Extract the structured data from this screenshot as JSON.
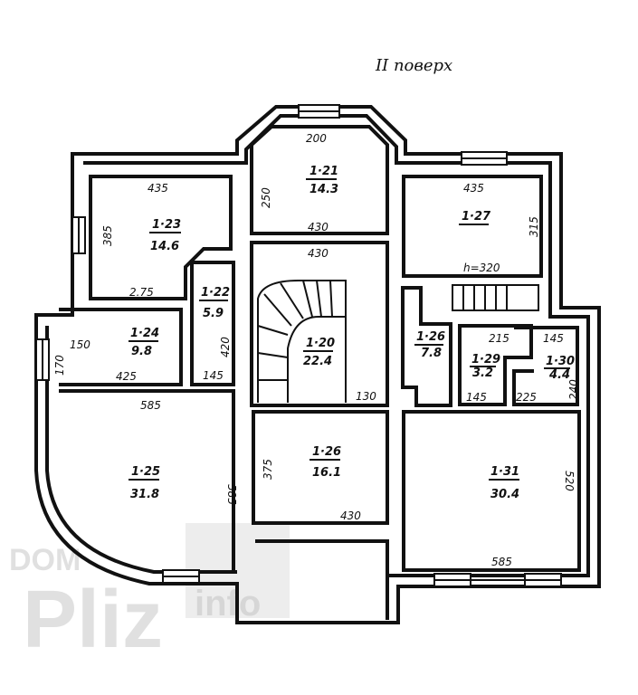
{
  "title": "II поверх",
  "rooms": [
    {
      "id": "1·21",
      "area": "14.3"
    },
    {
      "id": "1·23",
      "area": "14.6"
    },
    {
      "id": "1·27",
      "area": ""
    },
    {
      "id": "1·22",
      "area": "5.9"
    },
    {
      "id": "1·24",
      "area": "9.8"
    },
    {
      "id": "1·20",
      "area": "22.4"
    },
    {
      "id": "1·26",
      "area": "7.8"
    },
    {
      "id": "1·29",
      "area": "3.2"
    },
    {
      "id": "1·30",
      "area": "4.4"
    },
    {
      "id": "1·25",
      "area": "31.8"
    },
    {
      "id": "1·26",
      "area": "16.1"
    },
    {
      "id": "1·31",
      "area": "30.4"
    }
  ],
  "dimensions": {
    "d200": "200",
    "d250": "250",
    "d430a": "430",
    "d430b": "430",
    "d435a": "435",
    "d385": "385",
    "d275": "2.75",
    "d435b": "435",
    "d315": "315",
    "h320": "h=320",
    "d150": "150",
    "d170": "170",
    "d425": "425",
    "d420": "420",
    "d145a": "145",
    "d130": "130",
    "d215": "215",
    "d145b": "145",
    "d145c": "145",
    "d225": "225",
    "d240": "240",
    "d585a": "585",
    "d585b": "585",
    "d375": "375",
    "d430c": "430",
    "d520": "520",
    "d585c": "585"
  },
  "watermark": {
    "line1": "DOM",
    "line2": "Pliz",
    "line3": "info"
  }
}
